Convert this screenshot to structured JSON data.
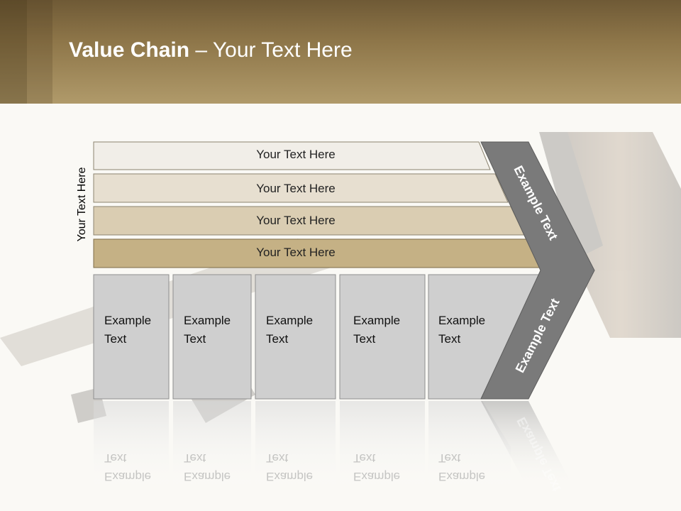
{
  "slide": {
    "title_bold": "Value Chain",
    "title_rest": " – Your Text Here",
    "side_label": "Your Text Here"
  },
  "rows": [
    {
      "label": "Your Text Here",
      "fill": "#f1eee8"
    },
    {
      "label": "Your Text Here",
      "fill": "#e7dfd0"
    },
    {
      "label": "Your Text Here",
      "fill": "#dacdb2"
    },
    {
      "label": "Your Text Here",
      "fill": "#c5b185"
    }
  ],
  "boxes": [
    {
      "line1": "Example",
      "line2": "Text"
    },
    {
      "line1": "Example",
      "line2": "Text"
    },
    {
      "line1": "Example",
      "line2": "Text"
    },
    {
      "line1": "Example",
      "line2": "Text"
    },
    {
      "line1": "Example",
      "line2": "Text"
    }
  ],
  "chevron": {
    "upper_label": "Example Text",
    "lower_label": "Example Text",
    "fill": "#7a7a7a"
  },
  "colors": {
    "box_fill": "#cfcfcf",
    "accent": "#9b8355"
  }
}
